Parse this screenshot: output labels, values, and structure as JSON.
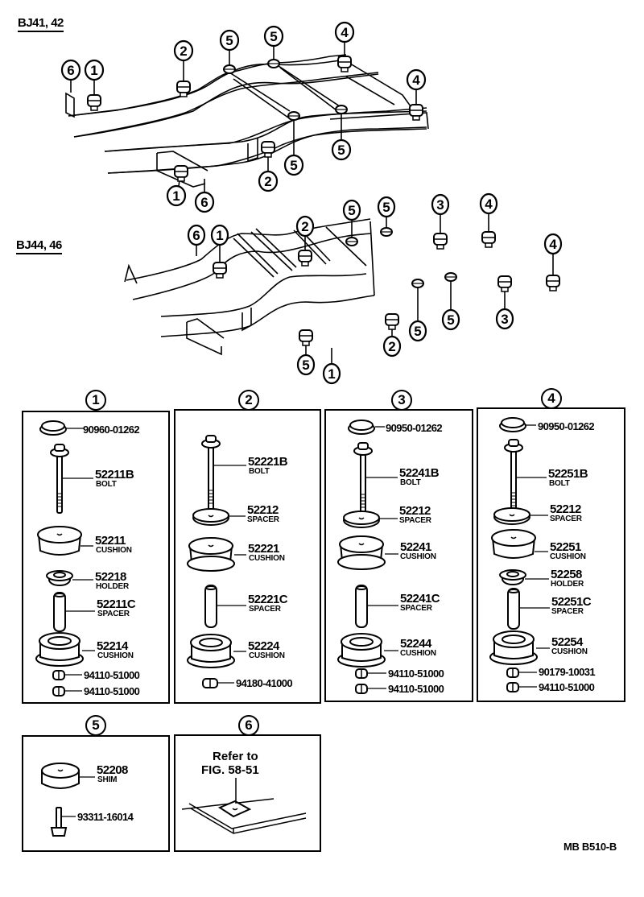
{
  "diagram": {
    "views": [
      {
        "model_label": "BJ41, 42",
        "callouts": [
          "6",
          "1",
          "2",
          "5",
          "5",
          "4",
          "4",
          "5",
          "2",
          "5",
          "1",
          "6"
        ]
      },
      {
        "model_label": "BJ44, 46",
        "callouts": [
          "6",
          "1",
          "2",
          "5",
          "5",
          "3",
          "4",
          "4",
          "5",
          "5",
          "3",
          "2",
          "5",
          "1",
          "6"
        ]
      }
    ],
    "panels": [
      {
        "number": "1",
        "parts": [
          {
            "part_no": "90960-01262",
            "name": ""
          },
          {
            "part_no": "52211B",
            "name": "BOLT"
          },
          {
            "part_no": "52211",
            "name": "CUSHION"
          },
          {
            "part_no": "52218",
            "name": "HOLDER"
          },
          {
            "part_no": "52211C",
            "name": "SPACER"
          },
          {
            "part_no": "52214",
            "name": "CUSHION"
          },
          {
            "part_no": "94110-51000",
            "name": ""
          },
          {
            "part_no": "94110-51000",
            "name": ""
          }
        ]
      },
      {
        "number": "2",
        "parts": [
          {
            "part_no": "52221B",
            "name": "BOLT"
          },
          {
            "part_no": "52212",
            "name": "SPACER"
          },
          {
            "part_no": "52221",
            "name": "CUSHION"
          },
          {
            "part_no": "52221C",
            "name": "SPACER"
          },
          {
            "part_no": "52224",
            "name": "CUSHION"
          },
          {
            "part_no": "94180-41000",
            "name": ""
          }
        ]
      },
      {
        "number": "3",
        "parts": [
          {
            "part_no": "90950-01262",
            "name": ""
          },
          {
            "part_no": "52241B",
            "name": "BOLT"
          },
          {
            "part_no": "52212",
            "name": "SPACER"
          },
          {
            "part_no": "52241",
            "name": "CUSHION"
          },
          {
            "part_no": "52241C",
            "name": "SPACER"
          },
          {
            "part_no": "52244",
            "name": "CUSHION"
          },
          {
            "part_no": "94110-51000",
            "name": ""
          },
          {
            "part_no": "94110-51000",
            "name": ""
          }
        ]
      },
      {
        "number": "4",
        "parts": [
          {
            "part_no": "90950-01262",
            "name": ""
          },
          {
            "part_no": "52251B",
            "name": "BOLT"
          },
          {
            "part_no": "52212",
            "name": "SPACER"
          },
          {
            "part_no": "52251",
            "name": "CUSHION"
          },
          {
            "part_no": "52258",
            "name": "HOLDER"
          },
          {
            "part_no": "52251C",
            "name": "SPACER"
          },
          {
            "part_no": "52254",
            "name": "CUSHION"
          },
          {
            "part_no": "90179-10031",
            "name": ""
          },
          {
            "part_no": "94110-51000",
            "name": ""
          }
        ]
      },
      {
        "number": "5",
        "parts": [
          {
            "part_no": "52208",
            "name": "SHIM"
          },
          {
            "part_no": "93311-16014",
            "name": ""
          }
        ]
      },
      {
        "number": "6",
        "reference_line1": "Refer to",
        "reference_line2": "FIG. 58-51"
      }
    ],
    "figure_code": "MB  B510-B"
  }
}
